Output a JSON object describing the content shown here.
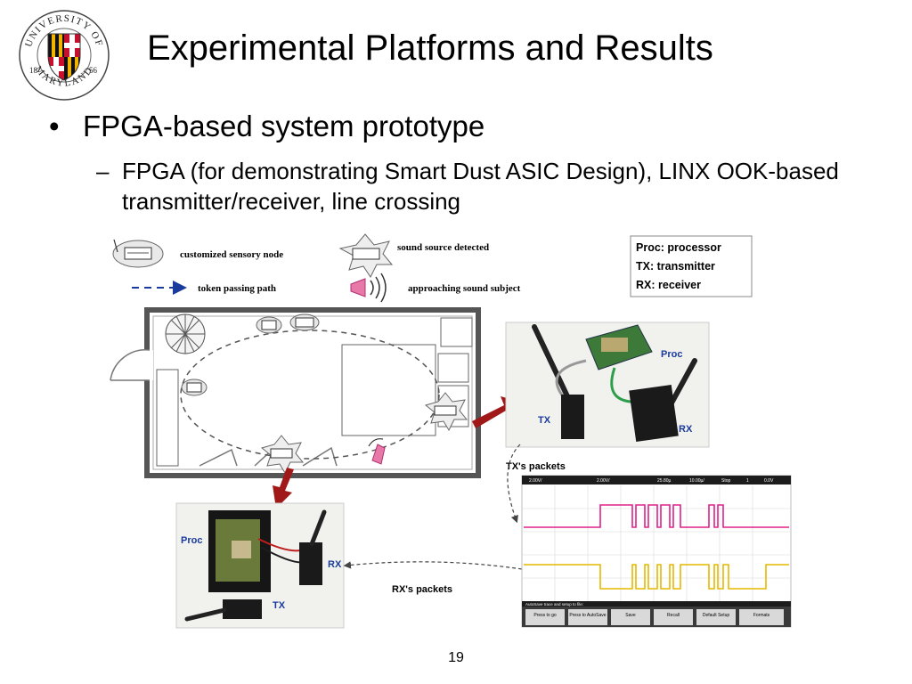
{
  "slide": {
    "title": "Experimental Platforms and Results",
    "page_number": "19"
  },
  "seal": {
    "text_top": "UNIVERSITY OF",
    "text_bottom": "MARYLAND",
    "year_left": "18",
    "year_right": "56"
  },
  "bullets": {
    "level1_mark": "•",
    "level1_text": "FPGA-based system prototype",
    "level2_mark": "–",
    "level2_text": "FPGA (for demonstrating Smart Dust ASIC Design), LINX OOK-based transmitter/receiver, line crossing"
  },
  "figure": {
    "legend": {
      "sensory_node": "customized sensory node",
      "sound_source": "sound source detected",
      "token_path": "token passing path",
      "approaching": "approaching sound subject"
    },
    "key": {
      "proc": "Proc: processor",
      "tx": "TX: transmitter",
      "rx": "RX: receiver"
    },
    "photo_top": {
      "proc": "Proc",
      "tx": "TX",
      "rx": "RX"
    },
    "photo_bottom": {
      "proc": "Proc",
      "rx": "RX",
      "tx": "TX"
    },
    "tx_packets": "TX's packets",
    "rx_packets": "RX's packets",
    "scope": {
      "top_bar": [
        "2.00V/",
        "2.00V/",
        "25.80µ",
        "10.00µ/",
        "Stop",
        "1",
        "0.0V"
      ],
      "status": "AutoSave trace and setup to file:",
      "buttons": [
        "Press to go",
        "Press to AutoSave",
        "Save",
        "Recall",
        "Default Setup",
        "Formats"
      ]
    }
  },
  "colors": {
    "arrow": "#a01818",
    "scope_ch1": "#e0208a",
    "scope_ch2": "#e6b800"
  }
}
